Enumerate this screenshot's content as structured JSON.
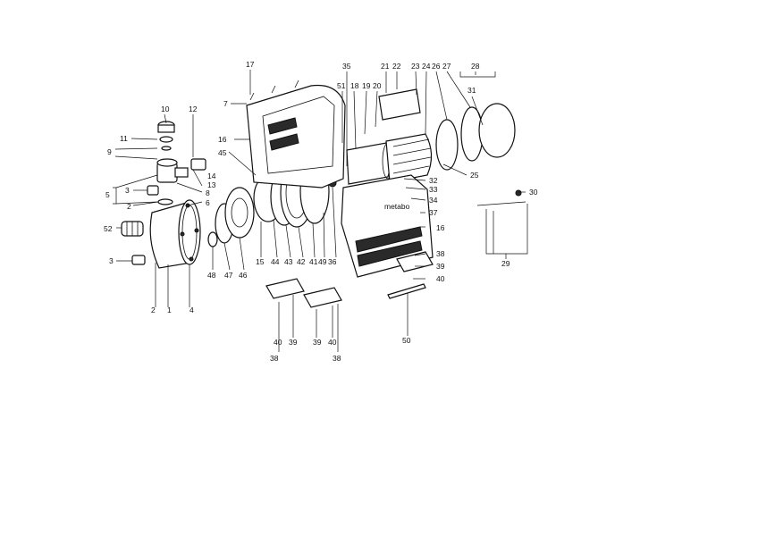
{
  "labels": {
    "l1": "1",
    "l2a": "2",
    "l2b": "2",
    "l3a": "3",
    "l3b": "3",
    "l4": "4",
    "l5": "5",
    "l6": "6",
    "l7": "7",
    "l8": "8",
    "l9": "9",
    "l10": "10",
    "l11": "11",
    "l12": "12",
    "l13": "13",
    "l14": "14",
    "l15": "15",
    "l16a": "16",
    "l16b": "16",
    "l17": "17",
    "l18": "18",
    "l19": "19",
    "l20": "20",
    "l21": "21",
    "l22": "22",
    "l23": "23",
    "l24": "24",
    "l25": "25",
    "l26": "26",
    "l27": "27",
    "l28": "28",
    "l29": "29",
    "l30": "30",
    "l31": "31",
    "l32": "32",
    "l33": "33",
    "l34": "34",
    "l35": "35",
    "l36": "36",
    "l37": "37",
    "l38a": "38",
    "l38b": "38",
    "l38c": "38",
    "l39a": "39",
    "l39b": "39",
    "l39c": "39",
    "l40a": "40",
    "l40b": "40",
    "l40c": "40",
    "l41": "41",
    "l42": "42",
    "l43": "43",
    "l44": "44",
    "l45": "45",
    "l46": "46",
    "l47": "47",
    "l48": "48",
    "l49": "49",
    "l50": "50",
    "l51": "51",
    "l52": "52"
  },
  "brand": "metabo"
}
